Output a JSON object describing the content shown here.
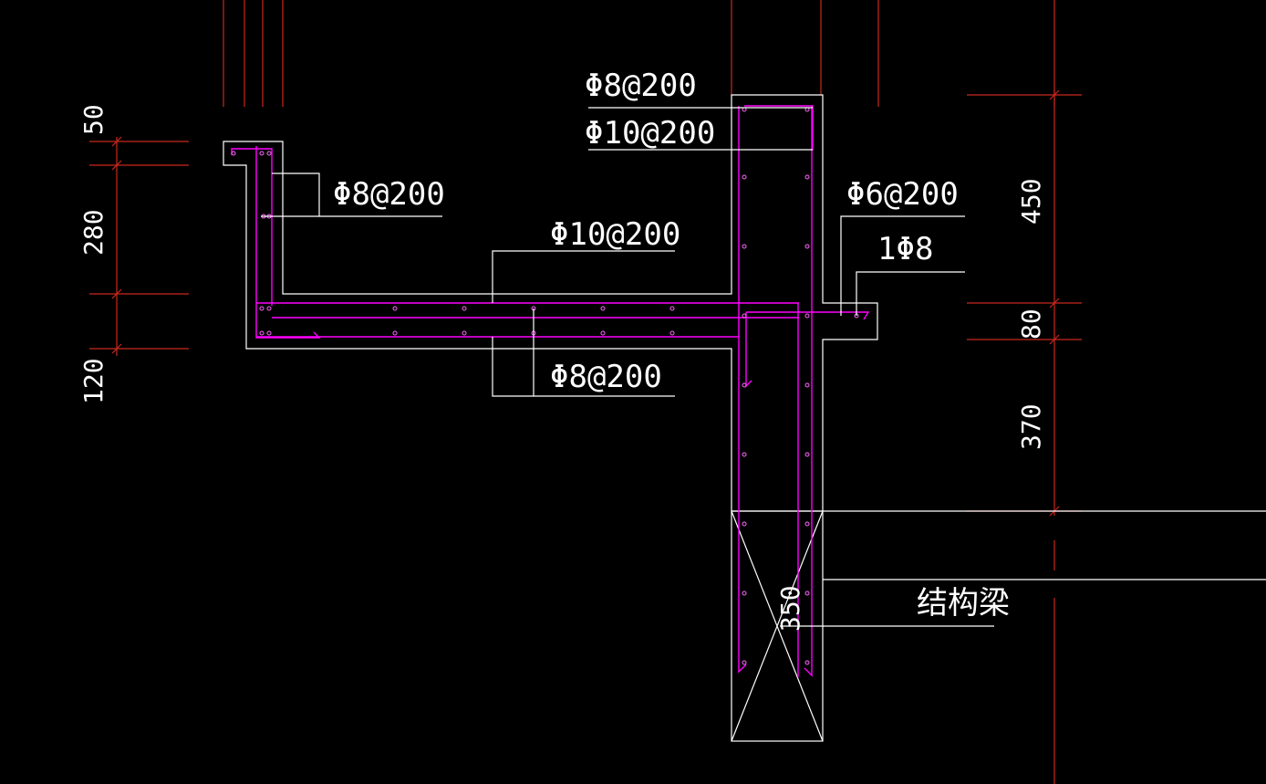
{
  "drawing": {
    "background_color": "#000000",
    "outline_color": "#ffffff",
    "rebar_color": "#ff00ff",
    "dimension_color": "#c8281e",
    "labels": {
      "top_vertical_bar": "Φ8@200",
      "top_horizontal_bar": "Φ10@200",
      "left_upstand_bar": "Φ8@200",
      "slab_top_bar": "Φ10@200",
      "slab_bottom_bar": "Φ8@200",
      "right_ledge_bar": "Φ6@200",
      "right_ledge_single": "1Φ8",
      "beam_label": "结构梁",
      "beam_width": "350"
    },
    "dimensions_left": [
      "50",
      "280",
      "120"
    ],
    "dimensions_right": [
      "450",
      "80",
      "370"
    ]
  }
}
